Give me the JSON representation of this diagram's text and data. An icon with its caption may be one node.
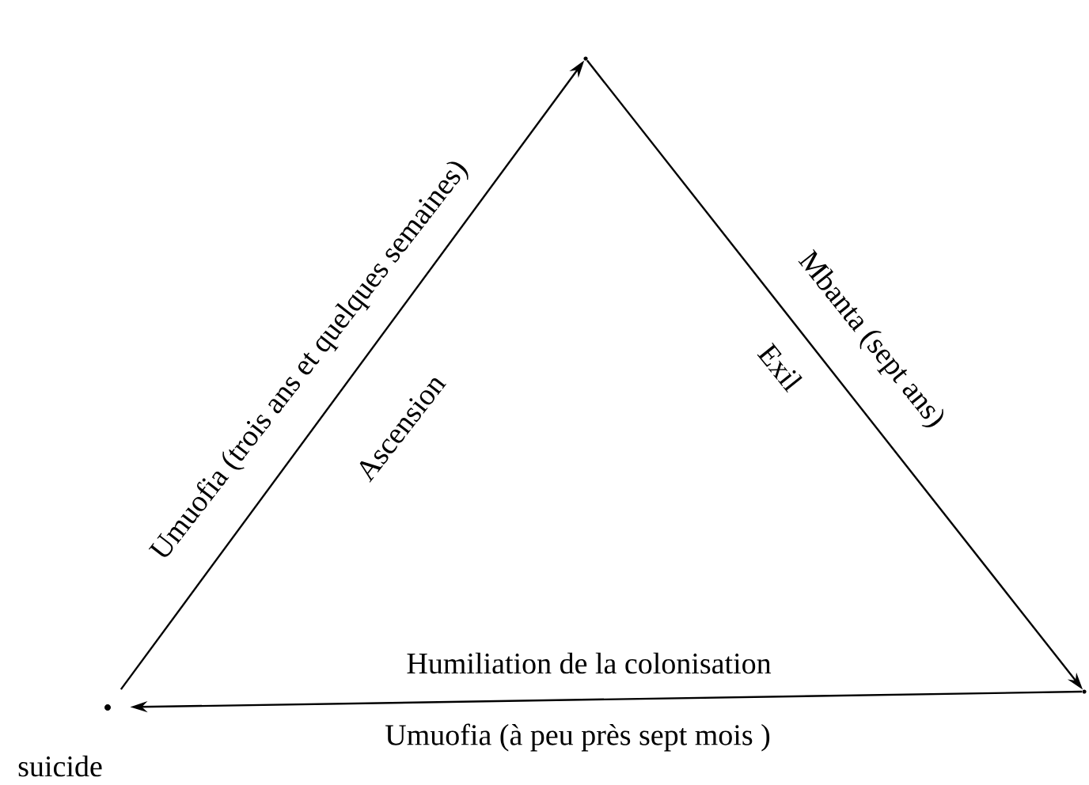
{
  "diagram": {
    "nodes": [
      {
        "text": [],
        "shape": "circle",
        "beside": [
          "suicide"
        ]
      },
      {
        "text": [],
        "shape": "point"
      },
      {
        "text": [],
        "shape": "point"
      }
    ],
    "edges": [
      {
        "from": 0,
        "to": 1,
        "arrow": "to",
        "label": "Umuofia (trois ans et quelques semaines)"
      },
      {
        "from": 1,
        "to": 2,
        "arrow": "to",
        "label": "Mbanta (sept ans)"
      },
      {
        "from": 2,
        "to": 0,
        "arrow": "to",
        "label": "Umuofia (à peu près sept mois )"
      }
    ],
    "labels": [
      "Ascension",
      "Exil",
      "Humiliation de la colonisation"
    ]
  }
}
